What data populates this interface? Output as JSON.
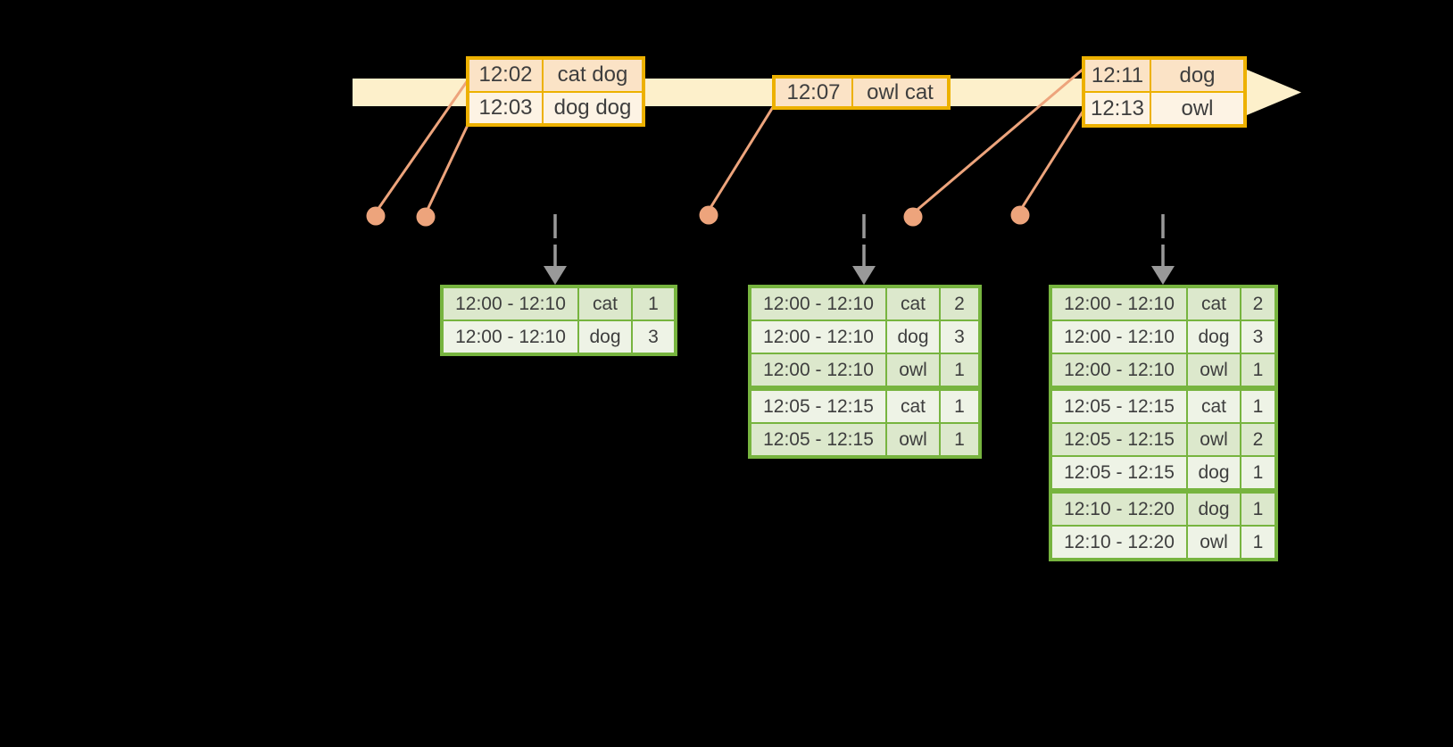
{
  "colors": {
    "background": "#000000",
    "timeline-fill": "#fdf0cb",
    "event-border": "#edb100",
    "event-row-dark": "#fbe3c6",
    "event-row-light": "#fdf3e4",
    "connector": "#eda47c",
    "trigger": "#999999",
    "result-border": "#77b43f",
    "result-row-dark": "#dce8cc",
    "result-row-light": "#eef3e6",
    "text": "#3e3e3e"
  },
  "event_tables": [
    {
      "id": "events-1",
      "rows": [
        {
          "time": "12:02",
          "words": "cat dog"
        },
        {
          "time": "12:03",
          "words": "dog dog"
        }
      ]
    },
    {
      "id": "events-2",
      "rows": [
        {
          "time": "12:07",
          "words": "owl cat"
        }
      ]
    },
    {
      "id": "events-3",
      "rows": [
        {
          "time": "12:11",
          "words": "dog"
        },
        {
          "time": "12:13",
          "words": "owl"
        }
      ]
    }
  ],
  "result_tables": [
    {
      "id": "counts-1",
      "group_breaks": [],
      "rows": [
        {
          "window": "12:00 - 12:10",
          "word": "cat",
          "count": "1"
        },
        {
          "window": "12:00 - 12:10",
          "word": "dog",
          "count": "3"
        }
      ]
    },
    {
      "id": "counts-2",
      "group_breaks": [
        3
      ],
      "rows": [
        {
          "window": "12:00 - 12:10",
          "word": "cat",
          "count": "2"
        },
        {
          "window": "12:00 - 12:10",
          "word": "dog",
          "count": "3"
        },
        {
          "window": "12:00 - 12:10",
          "word": "owl",
          "count": "1"
        },
        {
          "window": "12:05 - 12:15",
          "word": "cat",
          "count": "1"
        },
        {
          "window": "12:05 - 12:15",
          "word": "owl",
          "count": "1"
        }
      ]
    },
    {
      "id": "counts-3",
      "group_breaks": [
        3,
        6
      ],
      "rows": [
        {
          "window": "12:00 - 12:10",
          "word": "cat",
          "count": "2"
        },
        {
          "window": "12:00 - 12:10",
          "word": "dog",
          "count": "3"
        },
        {
          "window": "12:00 - 12:10",
          "word": "owl",
          "count": "1"
        },
        {
          "window": "12:05 - 12:15",
          "word": "cat",
          "count": "1"
        },
        {
          "window": "12:05 - 12:15",
          "word": "owl",
          "count": "2"
        },
        {
          "window": "12:05 - 12:15",
          "word": "dog",
          "count": "1"
        },
        {
          "window": "12:10 - 12:20",
          "word": "dog",
          "count": "1"
        },
        {
          "window": "12:10 - 12:20",
          "word": "owl",
          "count": "1"
        }
      ]
    }
  ]
}
